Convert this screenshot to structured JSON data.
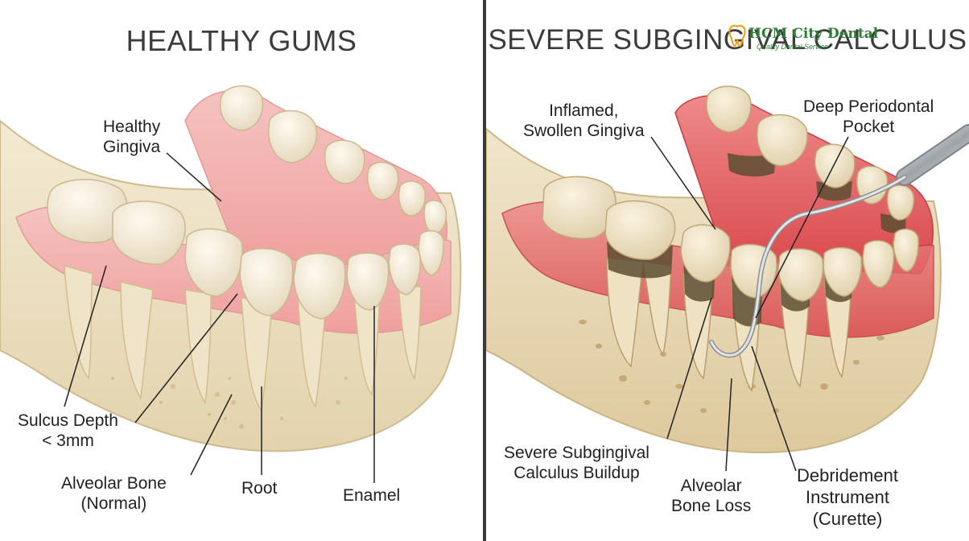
{
  "left_panel": {
    "title": "HEALTHY GUMS",
    "labels": {
      "healthy_gingiva": "Healthy\nGingiva",
      "sulcus_depth": "Sulcus Depth\n< 3mm",
      "alveolar_bone": "Alveolar Bone\n(Normal)",
      "root": "Root",
      "enamel": "Enamel"
    }
  },
  "right_panel": {
    "title": "SEVERE SUBGINGIVAL CALCULUS",
    "labels": {
      "inflamed_gingiva": "Inflamed,\nSwollen Gingiva",
      "deep_pocket": "Deep Periodontal\nPocket",
      "calculus_buildup": "Severe Subgingival\nCalculus Buildup",
      "bone_loss": "Alveolar\nBone Loss",
      "instrument": "Debridement\nInstrument\n(Curette)"
    }
  },
  "logo": {
    "name": "HCM City Dental",
    "tagline": "Quality Dental Service",
    "icon": "tooth-logo-icon"
  },
  "colors": {
    "healthy_gum": "#f2b5b3",
    "inflamed_gum": "#e8676a",
    "bone": "#efe3c6",
    "tooth": "#f4ecda",
    "calculus": "#6b5a3a",
    "logo": "#2e7d32"
  }
}
